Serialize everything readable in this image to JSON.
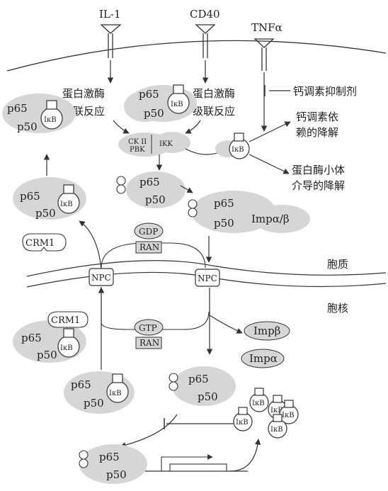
{
  "receptors": {
    "il1": "IL-1",
    "cd40": "CD40",
    "tnf": "TNFα"
  },
  "labels": {
    "kinase_cascade": [
      "蛋白激酶",
      "级联反应"
    ],
    "calcineurin_inhibitor": "钙调素抑制剂",
    "calcineurin_degradation": [
      "钙调素依",
      "赖的降解"
    ],
    "proteasome_degradation": [
      "蛋白酶小体",
      "介导的降解"
    ],
    "cytoplasm": "胞质",
    "nucleus": "胞核",
    "ck2": "CK II",
    "pbk": "PBK",
    "ikk": "IKK",
    "imp_ab": "Impα/β",
    "imp_b": "Impβ",
    "imp_a": "Impα",
    "crm1": "CRM1",
    "npc": "NPC",
    "gdp": "GDP",
    "gtp": "GTP",
    "ran": "RAN"
  },
  "proteins": {
    "p65": "p65",
    "p50": "p50",
    "ikb": "IκB"
  }
}
